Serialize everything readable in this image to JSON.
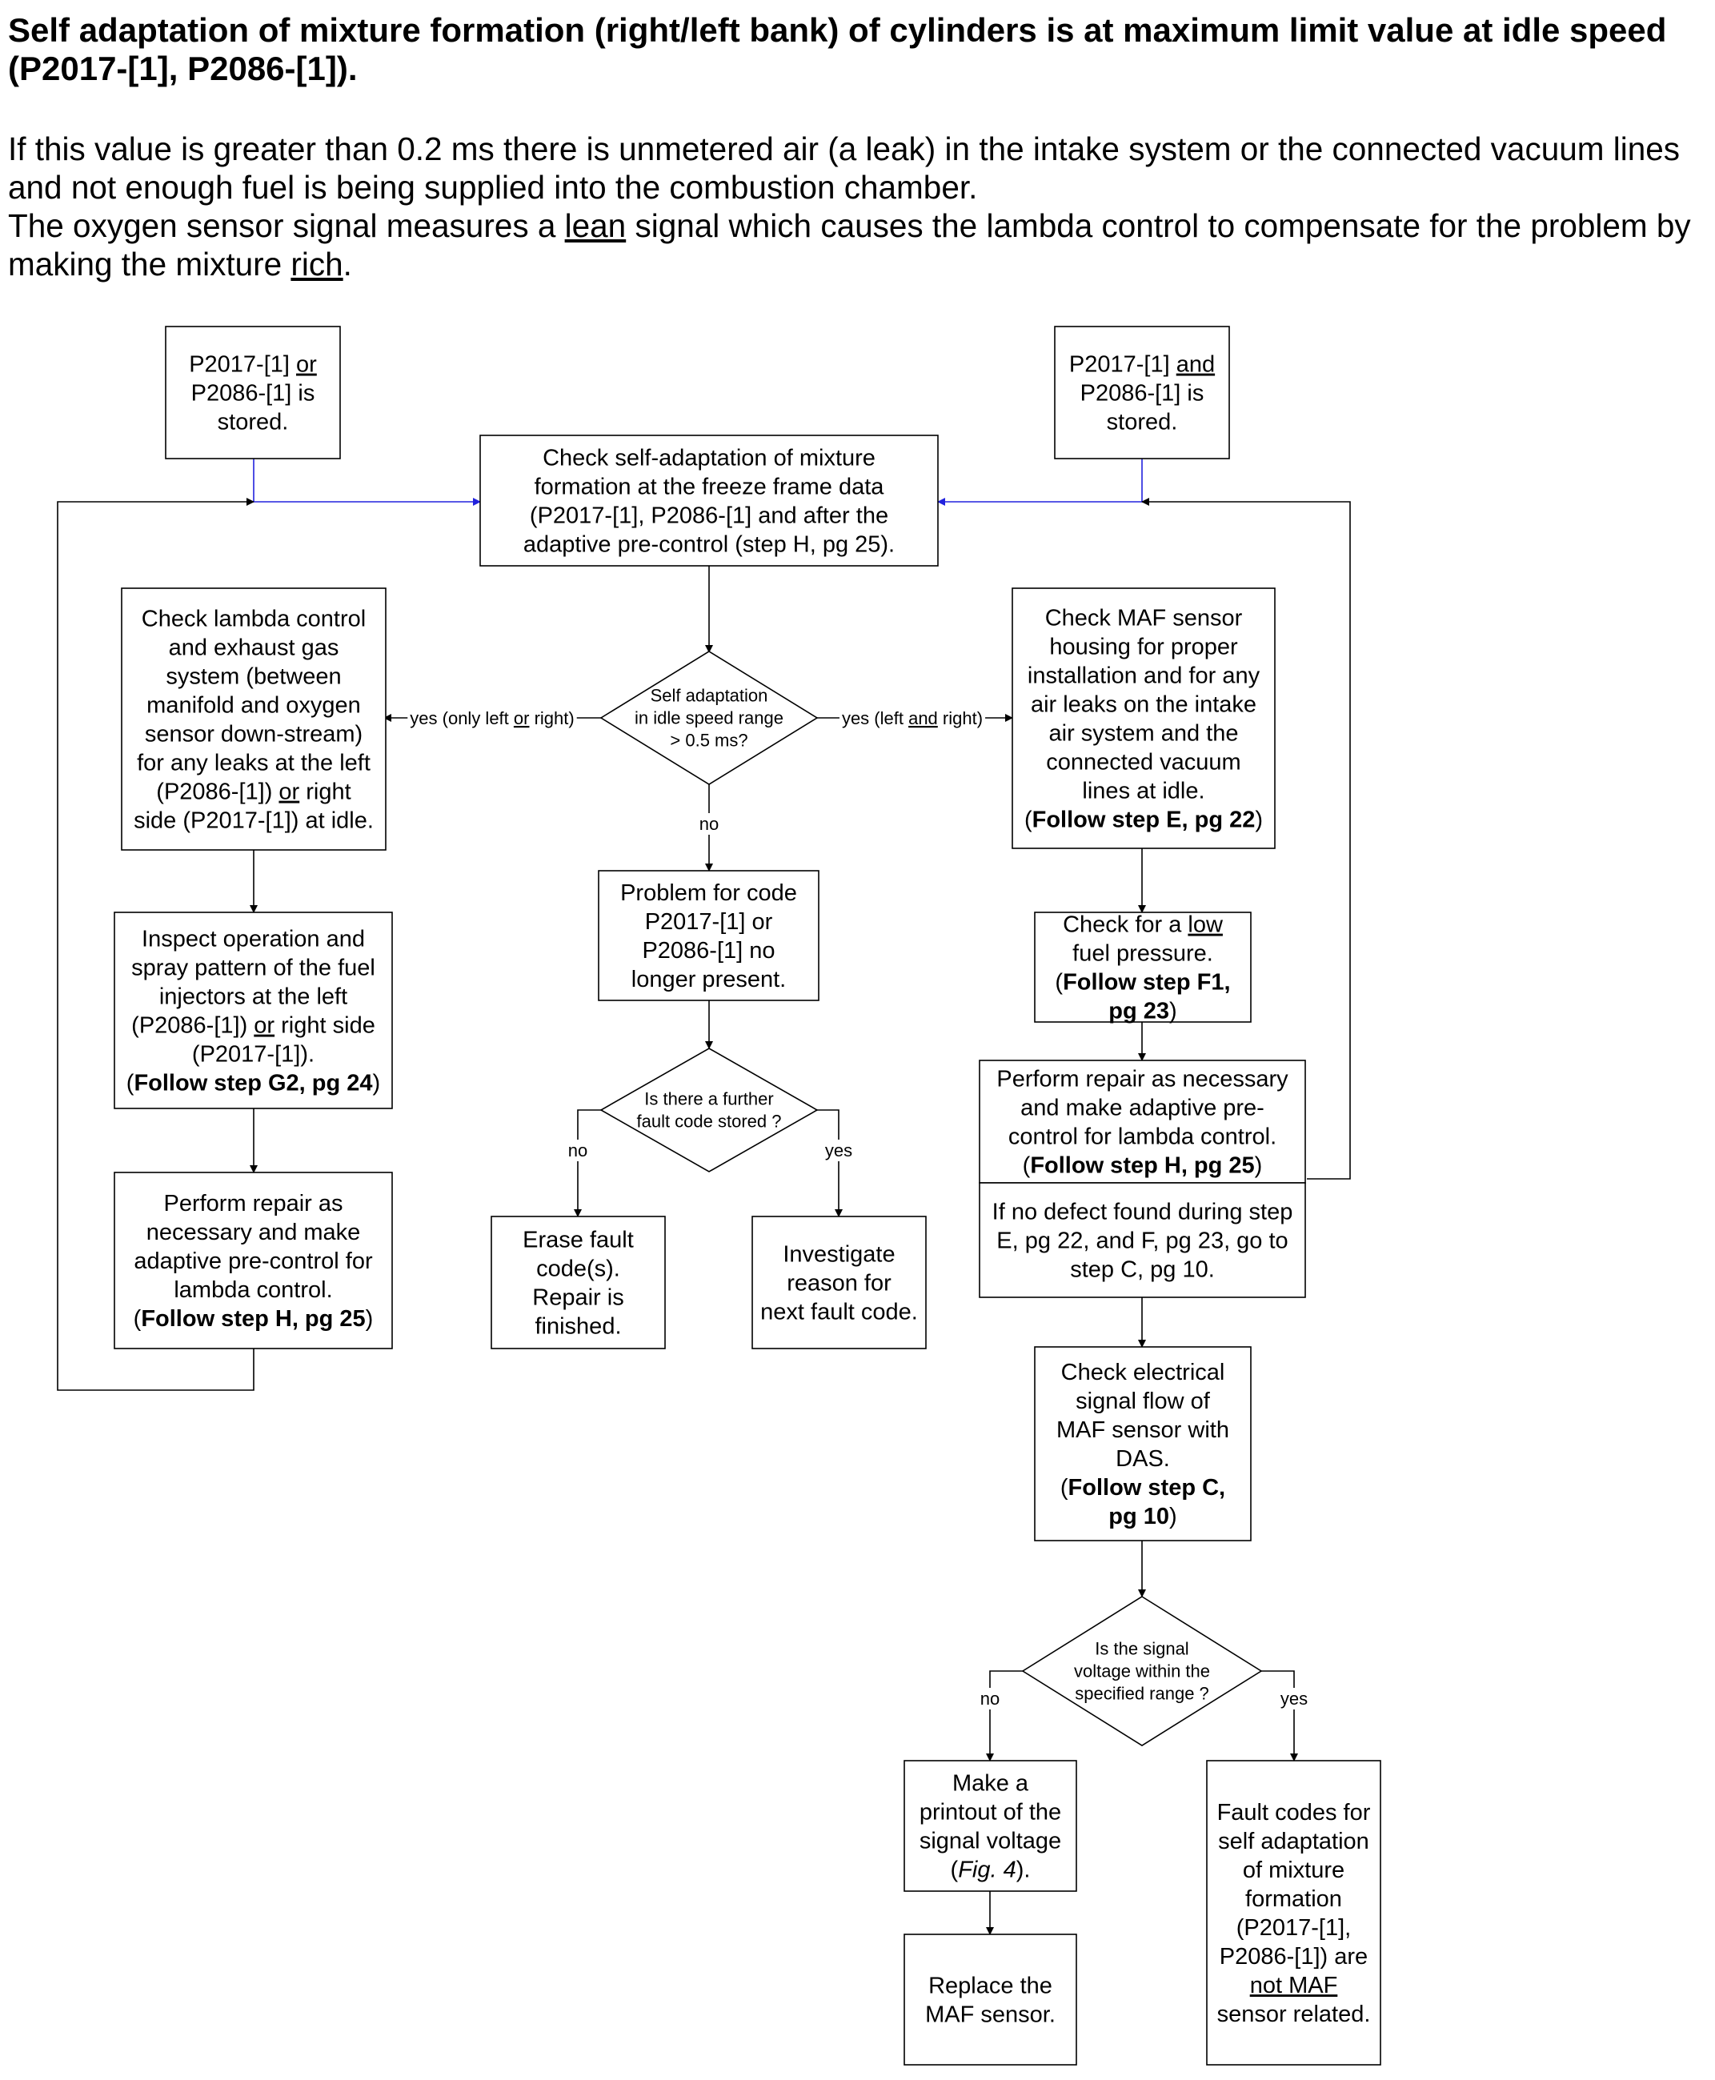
{
  "title": "Self adaptation of mixture formation (right/left bank) of cylinders is at maximum limit value at idle speed (P2017-[1], P2086-[1]).",
  "intro": {
    "p1": "If this value is greater than 0.2 ms there is unmetered air (a leak) in the intake system or the connected vacuum lines and not enough fuel is being supplied into the combustion chamber.",
    "p2_a": "The oxygen sensor signal measures a ",
    "p2_lean": "lean",
    "p2_b": " signal which causes the lambda control to compensate for the problem by making the mixture ",
    "p2_rich": "rich",
    "p2_c": "."
  },
  "nodes": {
    "start_left": [
      [
        "P2017-[1] ",
        "or"
      ],
      [
        "P2086-[1] is"
      ],
      [
        "stored."
      ]
    ],
    "start_right": [
      [
        "P2017-[1] ",
        "and"
      ],
      [
        "P2086-[1] is"
      ],
      [
        "stored."
      ]
    ],
    "check_self": [
      [
        "Check self-adaptation of mixture"
      ],
      [
        "formation at the freeze frame data"
      ],
      [
        "(P2017-[1], P2086-[1] and after the"
      ],
      [
        "adaptive pre-control (step H, pg 25)."
      ]
    ],
    "diamond_idle": [
      [
        "Self adaptation"
      ],
      [
        "in idle speed range"
      ],
      [
        "> 0.5 ms?"
      ]
    ],
    "check_lambda": [
      [
        "Check lambda control"
      ],
      [
        "and exhaust gas"
      ],
      [
        "system (between"
      ],
      [
        "manifold and oxygen"
      ],
      [
        "sensor down-stream)"
      ],
      [
        "for any leaks at the left"
      ],
      [
        "(P2086-[1]) ",
        "or",
        " right"
      ],
      [
        "side (P2017-[1]) at idle."
      ]
    ],
    "check_maf_housing": [
      [
        "Check  MAF sensor"
      ],
      [
        "housing for proper"
      ],
      [
        "installation and  for any"
      ],
      [
        "air leaks on the intake"
      ],
      [
        "air system and the"
      ],
      [
        "connected vacuum"
      ],
      [
        "lines at idle."
      ],
      [
        "(Follow step E, pg 22)"
      ]
    ],
    "problem_gone": [
      [
        "Problem for code"
      ],
      [
        "P2017-[1] or"
      ],
      [
        "P2086-[1] no"
      ],
      [
        "longer present."
      ]
    ],
    "inspect_injectors": [
      [
        "Inspect operation and"
      ],
      [
        "spray pattern of the fuel"
      ],
      [
        "injectors at the left"
      ],
      [
        "(P2086-[1]) ",
        "or",
        " right side"
      ],
      [
        "(P2017-[1])."
      ],
      [
        "(Follow step G2, pg 24)"
      ]
    ],
    "check_fuel_pressure": [
      [
        "Check for a ",
        "low"
      ],
      [
        "fuel pressure."
      ],
      [
        "(Follow step F1,"
      ],
      [
        "pg 23)"
      ]
    ],
    "diamond_further": [
      [
        "Is there a further"
      ],
      [
        "fault code stored ?"
      ]
    ],
    "perform_repair_right": [
      [
        "Perform repair as necessary"
      ],
      [
        "and make adaptive pre-"
      ],
      [
        "control for lambda control."
      ],
      [
        "(Follow step H, pg 25)"
      ]
    ],
    "no_defect": [
      [
        "If no defect found during step"
      ],
      [
        "E, pg 22, and F, pg 23, go to"
      ],
      [
        "step C, pg 10."
      ]
    ],
    "perform_repair_left": [
      [
        "Perform repair as"
      ],
      [
        "necessary and make"
      ],
      [
        "adaptive pre-control for"
      ],
      [
        "lambda control."
      ],
      [
        "(Follow step H, pg 25)"
      ]
    ],
    "erase_codes": [
      [
        "Erase fault"
      ],
      [
        "code(s)."
      ],
      [
        "Repair is"
      ],
      [
        "finished."
      ]
    ],
    "investigate": [
      [
        "Investigate"
      ],
      [
        "reason for"
      ],
      [
        "next fault code."
      ]
    ],
    "check_signal_flow": [
      [
        "Check electrical"
      ],
      [
        "signal flow of"
      ],
      [
        "MAF sensor with"
      ],
      [
        "DAS."
      ],
      [
        "(Follow step C,"
      ],
      [
        "pg 10)"
      ]
    ],
    "diamond_signal": [
      [
        "Is the signal"
      ],
      [
        "voltage  within the"
      ],
      [
        "specified range ?"
      ]
    ],
    "printout": [
      [
        "Make a"
      ],
      [
        "printout of the"
      ],
      [
        "signal voltage"
      ],
      [
        "(",
        "Fig. 4",
        ")."
      ]
    ],
    "replace_maf": [
      [
        "Replace the"
      ],
      [
        "MAF sensor."
      ]
    ],
    "not_maf_related": [
      [
        "Fault codes for"
      ],
      [
        "self adaptation"
      ],
      [
        "of mixture"
      ],
      [
        "formation"
      ],
      [
        "(P2017-[1],"
      ],
      [
        "P2086-[1]) are"
      ],
      [
        "not",
        " MAF"
      ],
      [
        "sensor related."
      ]
    ]
  },
  "edge_labels": {
    "yes_left": [
      "yes (only left ",
      "or",
      " right)"
    ],
    "yes_right": [
      "yes (left ",
      "and",
      " right)"
    ],
    "no_idle": "no",
    "no_further": "no",
    "yes_further": "yes",
    "no_signal": "no",
    "yes_signal": "yes"
  },
  "colors": {
    "line": "#000000",
    "blue_arrow": "#2222dd",
    "box_fill": "#ffffff"
  }
}
